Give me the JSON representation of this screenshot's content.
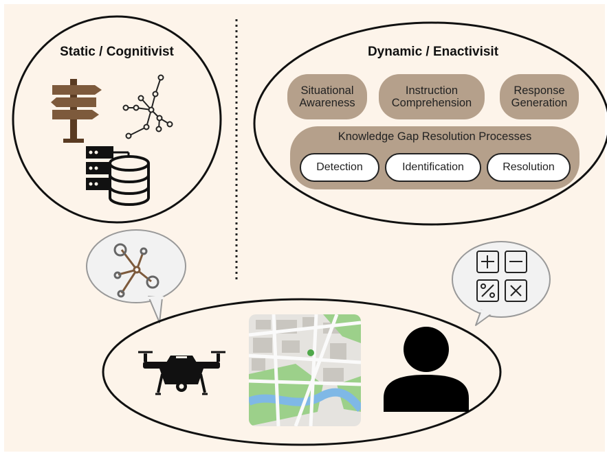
{
  "static_panel": {
    "title": "Static / Cognitivist"
  },
  "dynamic_panel": {
    "title": "Dynamic / Enactivisit",
    "pills": [
      "Situational\nAwareness",
      "Instruction\nComprehension",
      "Response\nGeneration"
    ],
    "kgr": {
      "title": "Knowledge Gap Resolution Processes",
      "steps": [
        "Detection",
        "Identification",
        "Resolution"
      ]
    }
  },
  "colors": {
    "background": "#fdf4ea",
    "accent": "#b5a08b",
    "brown": "#7d5a3c",
    "line": "#111111"
  },
  "icons": [
    "signpost-icon",
    "knowledge-graph-icon",
    "database-icon",
    "network-node-icon",
    "calculator-icon",
    "drone-icon",
    "city-map-icon",
    "person-icon"
  ]
}
